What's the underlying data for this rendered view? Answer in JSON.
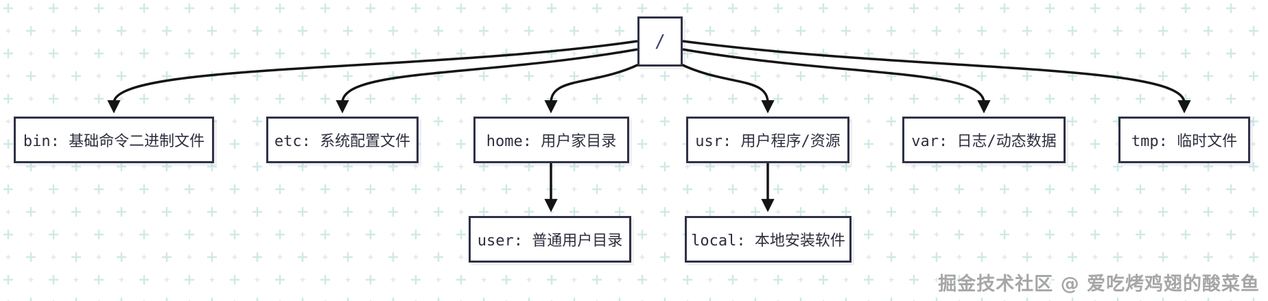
{
  "diagram": {
    "title_hint": "Linux root filesystem layout tree",
    "root": {
      "label": "/"
    },
    "children": [
      {
        "id": "bin",
        "label": "bin: 基础命令二进制文件"
      },
      {
        "id": "etc",
        "label": "etc: 系统配置文件"
      },
      {
        "id": "home",
        "label": "home: 用户家目录"
      },
      {
        "id": "usr",
        "label": "usr: 用户程序/资源"
      },
      {
        "id": "var",
        "label": "var: 日志/动态数据"
      },
      {
        "id": "tmp",
        "label": "tmp: 临时文件"
      }
    ],
    "grandchildren": [
      {
        "id": "user",
        "parent": "home",
        "label": "user: 普通用户目录"
      },
      {
        "id": "local",
        "parent": "usr",
        "label": "local: 本地安装软件"
      }
    ],
    "edges": [
      "root->bin",
      "root->etc",
      "root->home",
      "root->usr",
      "root->var",
      "root->tmp",
      "home->user",
      "usr->local"
    ]
  },
  "watermark": "掘金技术社区 @ 爱吃烤鸡翅的酸菜鱼",
  "colors": {
    "background": "#ffffff",
    "node_border": "#2e3146",
    "node_text": "#2c2e3e",
    "root_slash": "#3c3f6e",
    "arrow": "#141414",
    "grid_plus_teal": "#cfe9e5",
    "grid_dot_gray": "#e2e5ea",
    "watermark_text": "#a6a6a6"
  }
}
